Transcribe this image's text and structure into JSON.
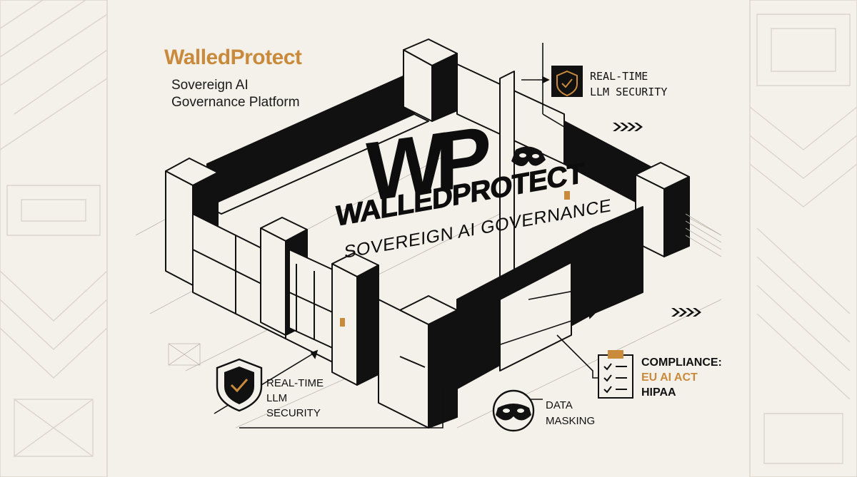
{
  "brand": {
    "title": "WalledProtect",
    "subtitle_line1": "Sovereign AI",
    "subtitle_line2": "Governance Platform"
  },
  "logo": {
    "mark": "WP",
    "wall_title": "WALLEDPROTECT",
    "wall_subtitle": "SOVEREIGN AI GOVERNANCE"
  },
  "callouts": {
    "realtime_top": {
      "line1": "REAL-TIME",
      "line2": "LLM SECURITY",
      "icon": "shield-check-icon"
    },
    "realtime_bottom": {
      "line1": "REAL-TIME",
      "line2": "LLM",
      "line3": "SECURITY",
      "icon": "shield-check-icon"
    },
    "data_masking": {
      "line1": "DATA",
      "line2": "MASKING",
      "icon": "mask-icon"
    },
    "compliance": {
      "line1": "COMPLIANCE:",
      "line2": "EU AI ACT",
      "line3": "HIPAA",
      "icon": "clipboard-checklist-icon"
    }
  },
  "colors": {
    "accent": "#c98a3b",
    "ink": "#111111",
    "paper": "#f4f1ea"
  }
}
